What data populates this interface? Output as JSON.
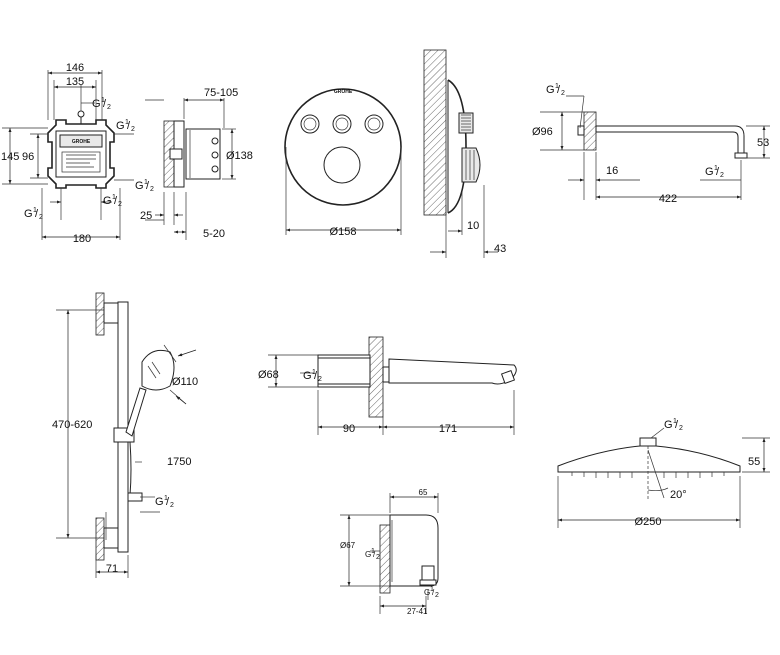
{
  "brand": "GROHE",
  "thread": {
    "g": "G",
    "num": "1",
    "den": "2"
  },
  "valve_body": {
    "w146": "146",
    "w135": "135",
    "h145": "145",
    "h96": "96",
    "w180": "180"
  },
  "valve_side": {
    "d75_105": "75-105",
    "d25": "25",
    "d5_20": "5-20",
    "dia138": "Ø138"
  },
  "trim": {
    "dia158": "Ø158"
  },
  "trim_side": {
    "d10": "10",
    "d43": "43"
  },
  "shower_arm": {
    "dia96": "Ø96",
    "d16": "16",
    "d422": "422",
    "d53": "53"
  },
  "rail": {
    "d470_620": "470-620",
    "dia110": "Ø110",
    "hose1750": "1750",
    "d71": "71"
  },
  "spout": {
    "dia68": "Ø68",
    "d90": "90",
    "d171": "171"
  },
  "outlet": {
    "d65": "65",
    "dia67": "Ø67",
    "d27_41": "27-41"
  },
  "head": {
    "d55": "55",
    "angle": "20°",
    "dia250": "Ø250"
  }
}
